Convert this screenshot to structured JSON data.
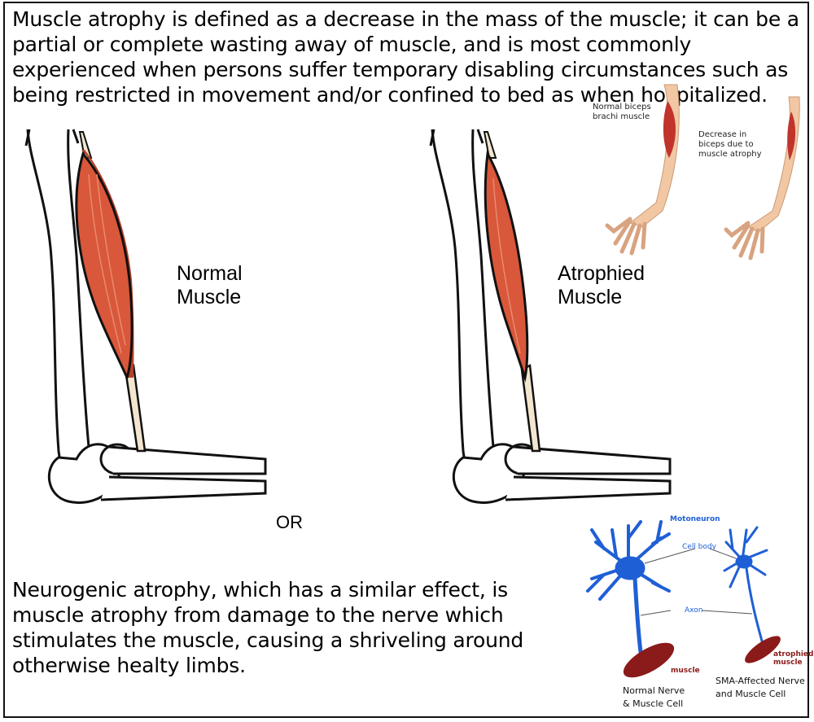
{
  "intro_text": "Muscle atrophy is defined as a decrease in the mass of the muscle; it can be a partial or complete wasting away of muscle, and is most commonly experienced when persons suffer temporary disabling circumstances such as being restricted in movement and/or confined to bed as when hospitalized.",
  "normal_arm": {
    "label_line1": "Normal",
    "label_line2": "Muscle"
  },
  "atrophied_arm": {
    "label_line1": "Atrophied",
    "label_line2": "Muscle"
  },
  "or_text": "OR",
  "neurogenic_text": "Neurogenic atrophy, which has a similar effect, is muscle atrophy from damage to the nerve which stimulates the muscle, causing a shriveling around otherwise healty limbs.",
  "arm_photo": {
    "normal_label_line1": "Normal biceps",
    "normal_label_line2": "brachi muscle",
    "atrophy_label_line1": "Decrease in",
    "atrophy_label_line2": "biceps due to",
    "atrophy_label_line3": "muscle atrophy"
  },
  "nerve_diagram": {
    "motoneuron": "Motoneuron",
    "cell_body": "Cell body",
    "axon": "Axon",
    "muscle": "muscle",
    "atrophied_muscle_line1": "atrophied",
    "atrophied_muscle_line2": "muscle",
    "normal_caption_line1": "Normal Nerve",
    "normal_caption_line2": "& Muscle Cell",
    "sma_caption_line1": "SMA-Affected Nerve",
    "sma_caption_line2": "and Muscle Cell"
  },
  "colors": {
    "muscle": "#d9573a",
    "muscle_dark": "#b8402a",
    "bone": "#ffffff",
    "tendon": "#f3e6cf",
    "neuron": "#1f5fd6",
    "nerve_muscle": "#8b1a1a"
  }
}
